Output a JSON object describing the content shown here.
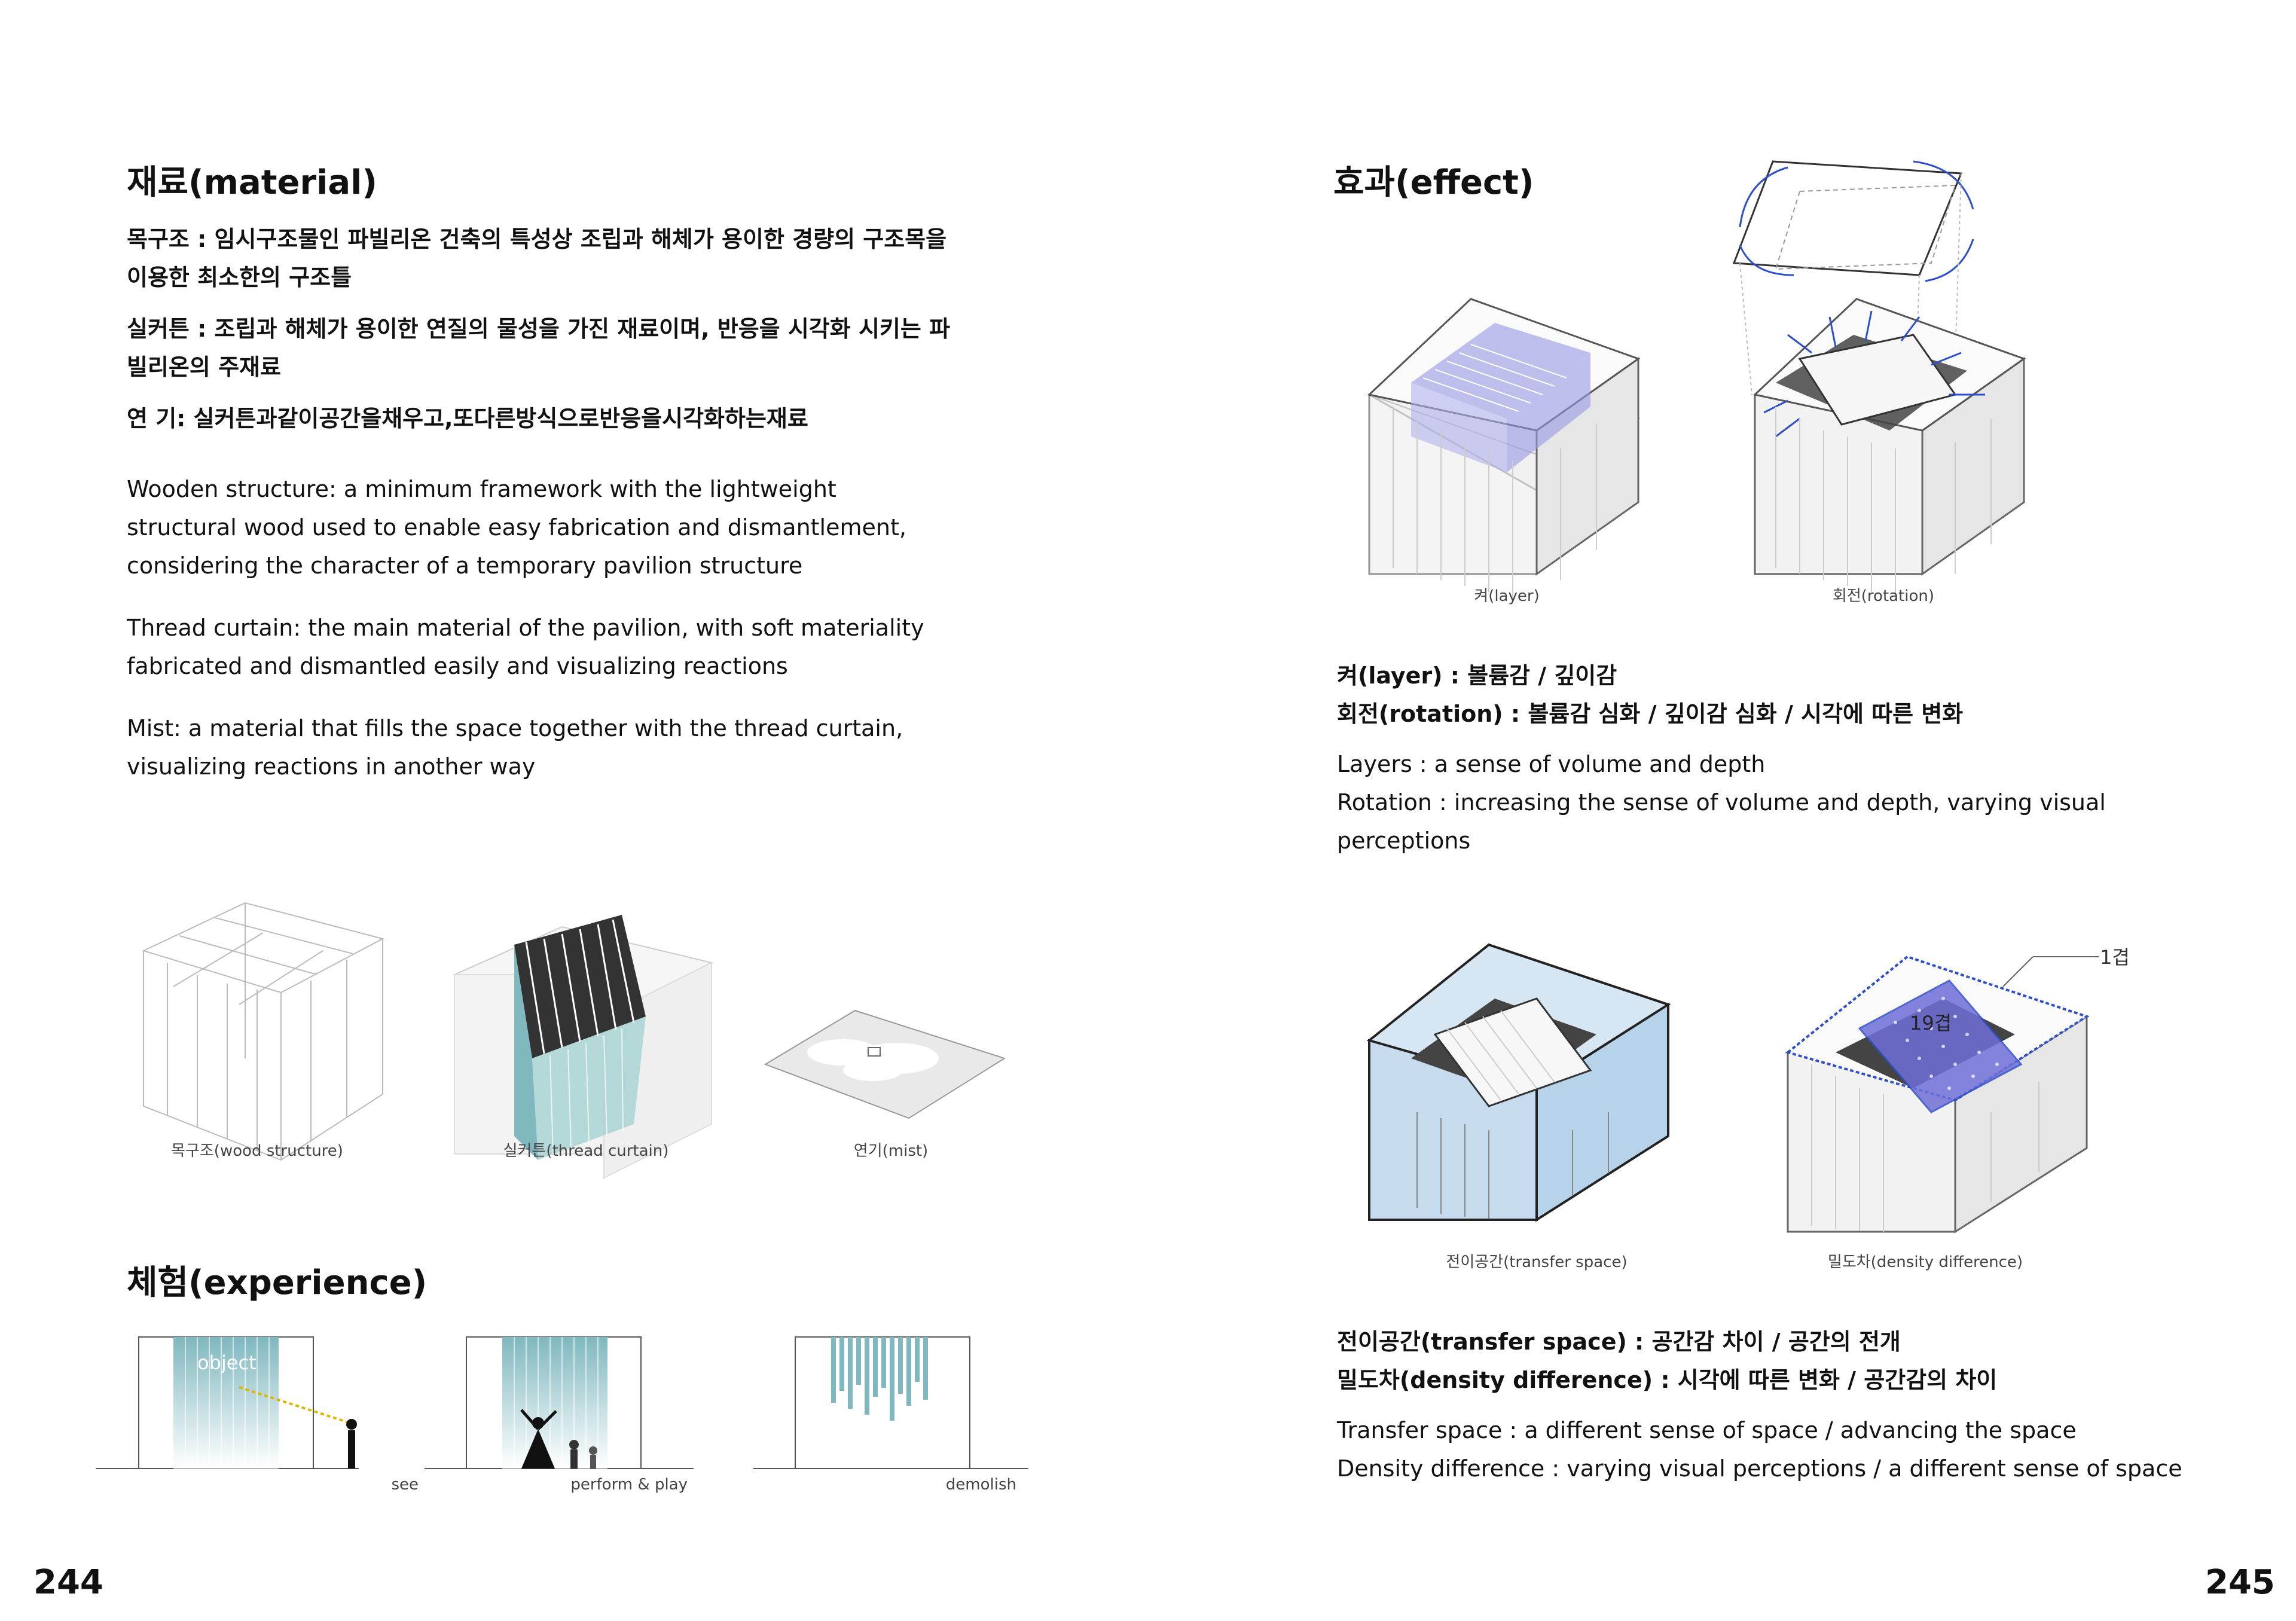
{
  "left": {
    "material": {
      "heading": "재료(material)",
      "ko": [
        "목구조 : 임시구조물인 파빌리온 건축의 특성상 조립과 해체가 용이한 경량의 구조목을 이용한 최소한의 구조틀",
        "실커튼 : 조립과 해체가 용이한 연질의 물성을 가진 재료이며, 반응을 시각화 시키는 파빌리온의 주재료",
        "연 기: 실커튼과같이공간을채우고,또다른방식으로반응을시각화하는재료"
      ],
      "en": [
        "Wooden structure: a minimum framework with the lightweight structural wood used to enable easy fabrication and dismantlement, considering the character of a temporary pavilion structure",
        "Thread curtain: the main material of the pavilion, with soft materiality fabricated and dismantled easily and visualizing reactions",
        "Mist: a material that fills the space together with the thread curtain, visualizing reactions in another way"
      ],
      "captions": [
        "목구조(wood structure)",
        "실커튼(thread curtain)",
        "연기(mist)"
      ]
    },
    "experience": {
      "heading": "체험(experience)",
      "object_label": "object",
      "captions": [
        "see",
        "perform & play",
        "demolish"
      ]
    },
    "page_number": "244"
  },
  "right": {
    "effect": {
      "heading": "효과(effect)",
      "captions_top": [
        "켜(layer)",
        "회전(rotation)"
      ],
      "ko_top": [
        "켜(layer) : 볼륨감 / 깊이감",
        "회전(rotation) : 볼륨감 심화 / 깊이감 심화 / 시각에 따른 변화"
      ],
      "en_top": [
        "Layers : a sense of volume and depth",
        "Rotation : increasing the sense of volume and depth, varying visual perceptions"
      ],
      "captions_bottom": [
        "전이공간(transfer space)",
        "밀도차(density difference)"
      ],
      "density_labels": [
        "1겹",
        "19겹"
      ],
      "ko_bottom": [
        "전이공간(transfer space) : 공간감 차이 / 공간의 전개",
        "밀도차(density difference) : 시각에 따른 변화 / 공간감의 차이"
      ],
      "en_bottom": [
        "Transfer space : a different sense of space / advancing the space",
        "Density difference : varying visual perceptions / a different sense of space"
      ]
    },
    "page_number": "245"
  },
  "colors": {
    "text": "#111111",
    "caption": "#444444",
    "curtain_teal": "#7fb8bf",
    "layer_blue": "#8c8ce0",
    "transfer_blue": "#b7d3ea",
    "arrow_blue": "#2f4fc9"
  }
}
